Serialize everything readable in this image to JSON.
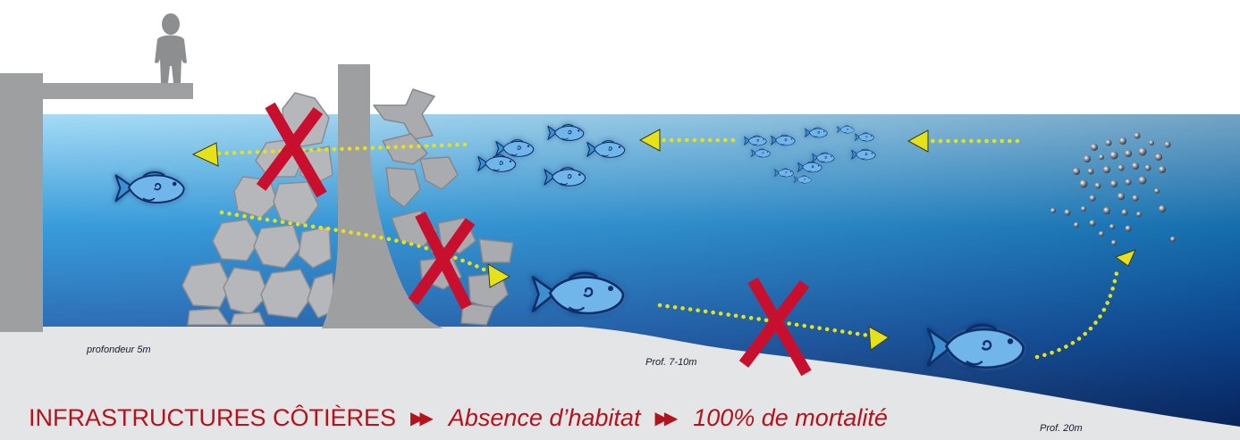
{
  "labels": {
    "depth_shallow": "profondeur 5m",
    "depth_mid": "Prof. 7-10m",
    "depth_deep": "Prof. 20m"
  },
  "caption": {
    "part1": "INFRASTRUCTURES CÔTIÈRES",
    "arrow1": "▶▶",
    "part2": "Absence d’habitat",
    "arrow2": "▶▶",
    "part3": "100% de mortalité"
  },
  "colors": {
    "caption": "#b5121b",
    "cross": "#c8102e",
    "arrow": "#e6e21a",
    "water_top": "#8fd0f2",
    "water_bottom": "#0a2a66",
    "structure": "#9e9fa1",
    "seabed": "#e4e5e7"
  }
}
